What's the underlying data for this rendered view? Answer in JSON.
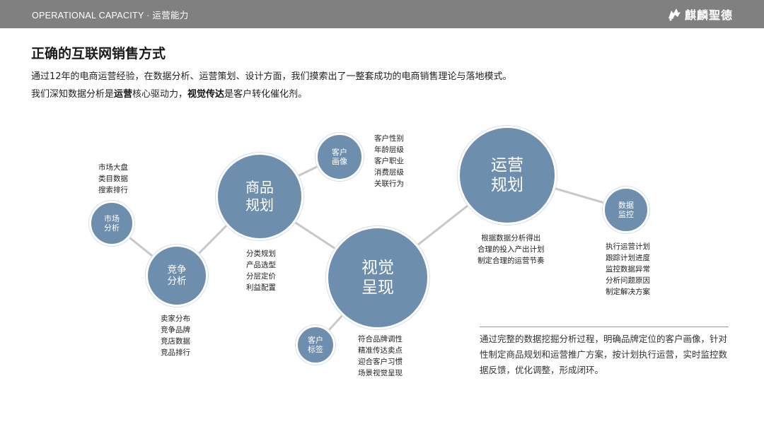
{
  "header": {
    "section_label": "OPERATIONAL CAPACITY · 运营能力",
    "logo_text": "麒麟聖德"
  },
  "title": "正确的互联网销售方式",
  "intro": {
    "line1": "通过12年的电商运营经验，在数据分析、运营策划、设计方面，我们摸索出了一整套成功的电商销售理论与落地模式。",
    "line2_a": "我们深知数据分析是",
    "line2_b": "运营",
    "line2_c": "核心驱动力，",
    "line2_d": "视觉传达",
    "line2_e": "是客户转化催化剂。"
  },
  "nodes": {
    "market": "市场\n分析",
    "competition": "竞争\n分析",
    "product": "商品\n规划",
    "customer_portrait": "客户\n画像",
    "visual": "视觉\n呈现",
    "customer_tag": "客户\n标签",
    "operation": "运营\n规划",
    "monitor": "数据\n监控"
  },
  "lists": {
    "market": [
      "市场大盘",
      "类目数据",
      "搜索排行"
    ],
    "competition": [
      "卖家分布",
      "竞争品牌",
      "竞店数据",
      "竞品排行"
    ],
    "product": [
      "分类规划",
      "产品选型",
      "分层定价",
      "利益配置"
    ],
    "customer_portrait": [
      "客户性别",
      "年龄层级",
      "客户职业",
      "消费层级",
      "关联行为"
    ],
    "visual": [
      "符合品牌调性",
      "精准传达卖点",
      "迎合客户习惯",
      "场景视觉呈现"
    ],
    "operation": [
      "根据数据分析得出",
      "合理的投入产出计划",
      "制定合理的运营节奏"
    ],
    "monitor": [
      "执行运营计划",
      "跟踪计划进度",
      "监控数据异常",
      "分析问题原因",
      "制定解决方案"
    ]
  },
  "summary": "通过完整的数据挖掘分析过程，明确品牌定位的客户画像，针对性制定商品规划和运营推广方案，按计划执行运营，实时监控数据反馈，优化调整，形成闭环。",
  "colors": {
    "node_fill": "#6e8eae",
    "connector": "#c8c8c8",
    "header_bar": "#808080"
  }
}
